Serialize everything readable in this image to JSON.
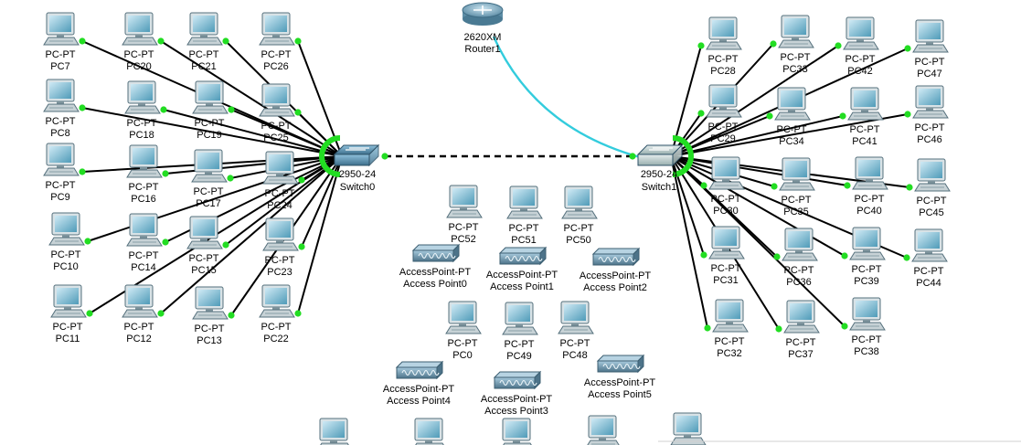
{
  "accent_colors": {
    "link": "#000000",
    "serial_link": "#33ccdd",
    "port_up": "#22dd22",
    "switch_body": "#4f88a8",
    "pc_screen": "#6fb3cc",
    "ap_body": "#5a7f94"
  },
  "router": {
    "model": "2620XM",
    "name": "Router1"
  },
  "switches": [
    {
      "id": "sw0",
      "model": "2950-24",
      "name": "Switch0"
    },
    {
      "id": "sw1",
      "model": "2950-24",
      "name": "Switch1"
    }
  ],
  "pcs": [
    {
      "type": "PC-PT",
      "name": "PC7",
      "sw": "sw0"
    },
    {
      "type": "PC-PT",
      "name": "PC20",
      "sw": "sw0"
    },
    {
      "type": "PC-PT",
      "name": "PC21",
      "sw": "sw0"
    },
    {
      "type": "PC-PT",
      "name": "PC26",
      "sw": "sw0"
    },
    {
      "type": "PC-PT",
      "name": "PC8",
      "sw": "sw0"
    },
    {
      "type": "PC-PT",
      "name": "PC18",
      "sw": "sw0"
    },
    {
      "type": "PC-PT",
      "name": "PC19",
      "sw": "sw0"
    },
    {
      "type": "PC-PT",
      "name": "PC25",
      "sw": "sw0"
    },
    {
      "type": "PC-PT",
      "name": "PC9",
      "sw": "sw0"
    },
    {
      "type": "PC-PT",
      "name": "PC16",
      "sw": "sw0"
    },
    {
      "type": "PC-PT",
      "name": "PC17",
      "sw": "sw0"
    },
    {
      "type": "PC-PT",
      "name": "PC24",
      "sw": "sw0"
    },
    {
      "type": "PC-PT",
      "name": "PC10",
      "sw": "sw0"
    },
    {
      "type": "PC-PT",
      "name": "PC14",
      "sw": "sw0"
    },
    {
      "type": "PC-PT",
      "name": "PC15",
      "sw": "sw0"
    },
    {
      "type": "PC-PT",
      "name": "PC23",
      "sw": "sw0"
    },
    {
      "type": "PC-PT",
      "name": "PC11",
      "sw": "sw0"
    },
    {
      "type": "PC-PT",
      "name": "PC12",
      "sw": "sw0"
    },
    {
      "type": "PC-PT",
      "name": "PC13",
      "sw": "sw0"
    },
    {
      "type": "PC-PT",
      "name": "PC22",
      "sw": "sw0"
    },
    {
      "type": "PC-PT",
      "name": "PC28",
      "sw": "sw1"
    },
    {
      "type": "PC-PT",
      "name": "PC33",
      "sw": "sw1"
    },
    {
      "type": "PC-PT",
      "name": "PC42",
      "sw": "sw1"
    },
    {
      "type": "PC-PT",
      "name": "PC47",
      "sw": "sw1"
    },
    {
      "type": "PC-PT",
      "name": "PC29",
      "sw": "sw1"
    },
    {
      "type": "PC-PT",
      "name": "PC34",
      "sw": "sw1"
    },
    {
      "type": "PC-PT",
      "name": "PC41",
      "sw": "sw1"
    },
    {
      "type": "PC-PT",
      "name": "PC46",
      "sw": "sw1"
    },
    {
      "type": "PC-PT",
      "name": "PC30",
      "sw": "sw1"
    },
    {
      "type": "PC-PT",
      "name": "PC35",
      "sw": "sw1"
    },
    {
      "type": "PC-PT",
      "name": "PC40",
      "sw": "sw1"
    },
    {
      "type": "PC-PT",
      "name": "PC45",
      "sw": "sw1"
    },
    {
      "type": "PC-PT",
      "name": "PC31",
      "sw": "sw1"
    },
    {
      "type": "PC-PT",
      "name": "PC36",
      "sw": "sw1"
    },
    {
      "type": "PC-PT",
      "name": "PC39",
      "sw": "sw1"
    },
    {
      "type": "PC-PT",
      "name": "PC44",
      "sw": "sw1"
    },
    {
      "type": "PC-PT",
      "name": "PC32",
      "sw": "sw1"
    },
    {
      "type": "PC-PT",
      "name": "PC37",
      "sw": "sw1"
    },
    {
      "type": "PC-PT",
      "name": "PC38",
      "sw": "sw1"
    },
    {
      "type": "PC-PT",
      "name": "PC52",
      "sw": null
    },
    {
      "type": "PC-PT",
      "name": "PC51",
      "sw": null
    },
    {
      "type": "PC-PT",
      "name": "PC50",
      "sw": null
    },
    {
      "type": "PC-PT",
      "name": "PC0",
      "sw": null
    },
    {
      "type": "PC-PT",
      "name": "PC49",
      "sw": null
    },
    {
      "type": "PC-PT",
      "name": "PC48",
      "sw": null
    }
  ],
  "access_points": [
    {
      "type": "AccessPoint-PT",
      "name": "Access Point0"
    },
    {
      "type": "AccessPoint-PT",
      "name": "Access Point1"
    },
    {
      "type": "AccessPoint-PT",
      "name": "Access Point2"
    },
    {
      "type": "AccessPoint-PT",
      "name": "Access Point4"
    },
    {
      "type": "AccessPoint-PT",
      "name": "Access Point3"
    },
    {
      "type": "AccessPoint-PT",
      "name": "Access Point5"
    }
  ]
}
